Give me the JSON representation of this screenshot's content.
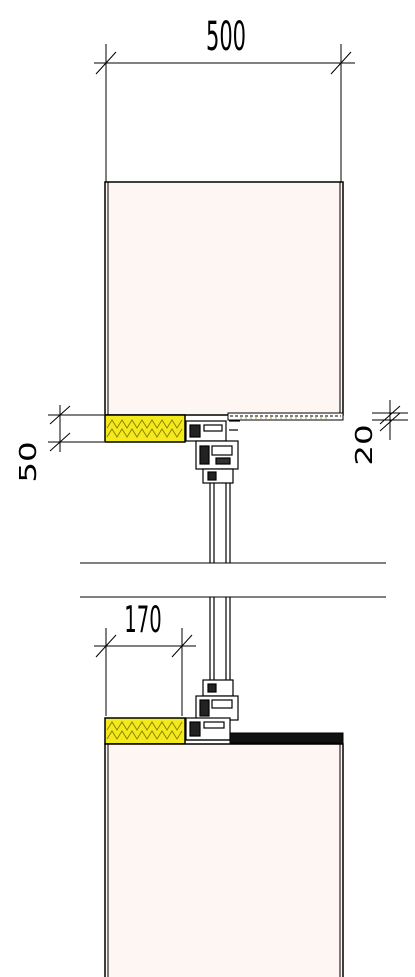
{
  "drawing": {
    "dimensions": {
      "top_width": "500",
      "left_insulation": "50",
      "right_lining": "20",
      "lower_offset": "170"
    },
    "colors": {
      "wall_fill": "#fdf6f3",
      "insulation_fill": "#f2ea1d",
      "insulation_pattern": "#c0a010",
      "line": "#000000"
    },
    "elements": [
      "upper-wall-section",
      "lower-wall-section",
      "insulation-strip",
      "window-frame-profile",
      "glazing",
      "break-lines"
    ]
  }
}
